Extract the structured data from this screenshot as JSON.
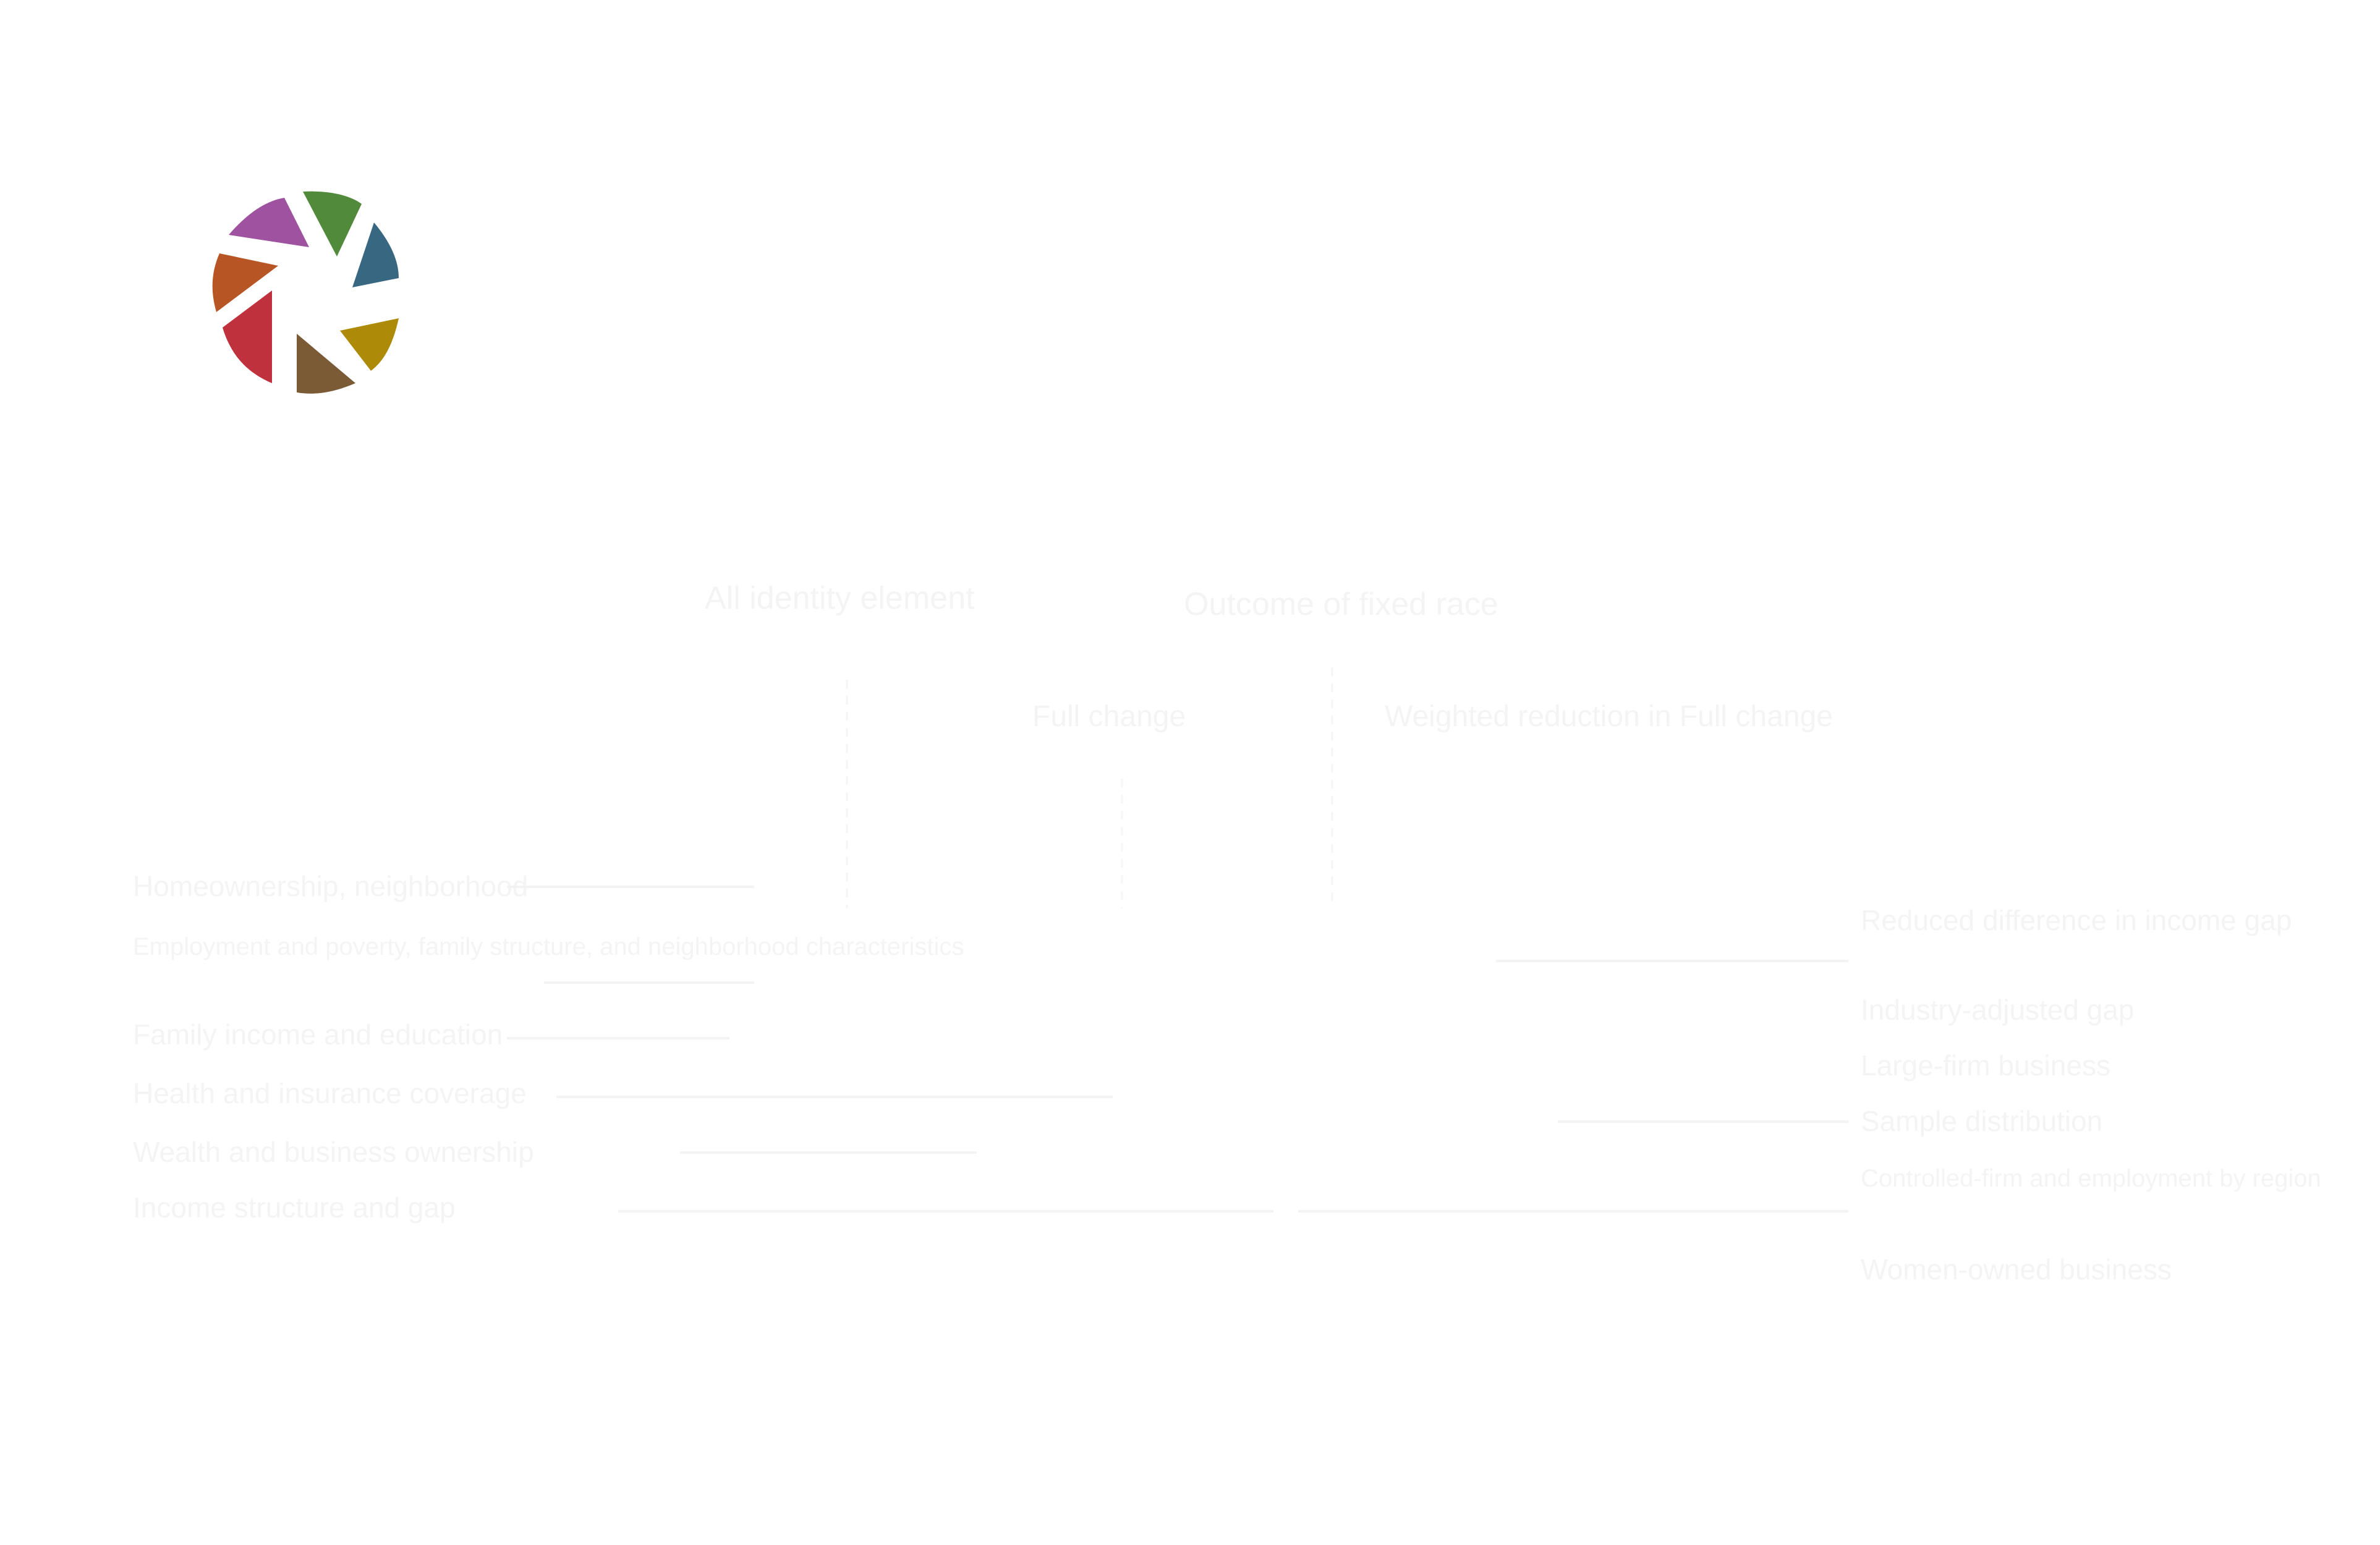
{
  "logo": {
    "icon": "aperture-logo-icon",
    "colors": {
      "purple": "#9f52a0",
      "green": "#518a3a",
      "blue": "#386782",
      "orange": "#b75525",
      "yellow": "#ae8a09",
      "red": "#bf313d",
      "brown": "#7b5b36"
    }
  },
  "header": {
    "left_title": "All identity element",
    "right_title": "Outcome of fixed race"
  },
  "columns": {
    "col1": "Full change",
    "col2": "Weighted reduction in Full change"
  },
  "left_labels": [
    "Homeownership, neighborhood",
    "Employment and poverty, family structure, and neighborhood characteristics",
    "Family income and education",
    "Health and insurance coverage",
    "Wealth and business ownership",
    "Income structure and gap"
  ],
  "right_labels": [
    "Reduced difference in income gap",
    "Industry-adjusted gap",
    "Large-firm business",
    "Sample distribution",
    "Controlled-firm and employment by region",
    "Women-owned business"
  ],
  "colors": {
    "faint_text": "#f4f4f4",
    "faint_line": "#f3f3f3"
  }
}
